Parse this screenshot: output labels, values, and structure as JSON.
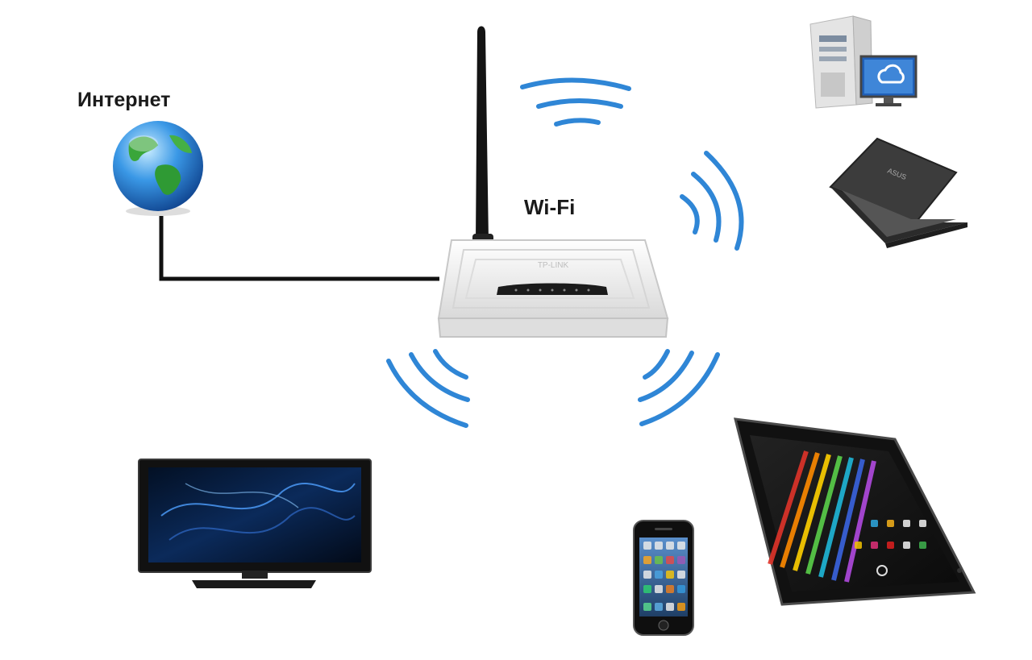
{
  "labels": {
    "internet": "Интернет",
    "wifi": "Wi-Fi"
  },
  "router": {
    "brand": "TP-LINK"
  },
  "devices": [
    "desktop-computer",
    "laptop",
    "tablet",
    "smartphone",
    "tv"
  ],
  "colors": {
    "wave": "#2f86d6",
    "cable": "#111111",
    "router_body": "#eeeeee",
    "globe": "#2a82d6"
  }
}
